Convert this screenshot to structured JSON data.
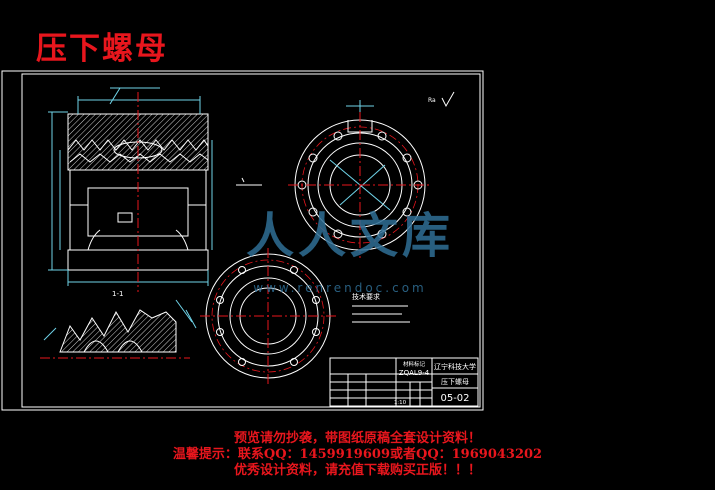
{
  "page": {
    "headline": "压下螺母",
    "notices": [
      "预览请勿抄袭，带图纸原稿全套设计资料！",
      "温馨提示：联系QQ：1459919609或者QQ：1969043202",
      "优秀设计资料，请充值下载购买正版！！！"
    ]
  },
  "drawing": {
    "title_block": {
      "school": "辽宁科技大学",
      "material": "ZQAL9-4",
      "part_name": "压下螺母",
      "drawing_no": "05-02",
      "material_label": "材料标记",
      "scale": "1:10"
    },
    "section_label": "1-1",
    "finish_mark": "Ra",
    "tech_requirements_title": "技术要求",
    "watermark": {
      "brand": "人人文库",
      "url": "www.renrendoc.com"
    },
    "colors": {
      "line": "#ffffff",
      "hatch": "#ffffff",
      "dim": "#6fd3e8",
      "accent": "#e8161d",
      "watermark": "#2f6f95"
    }
  }
}
